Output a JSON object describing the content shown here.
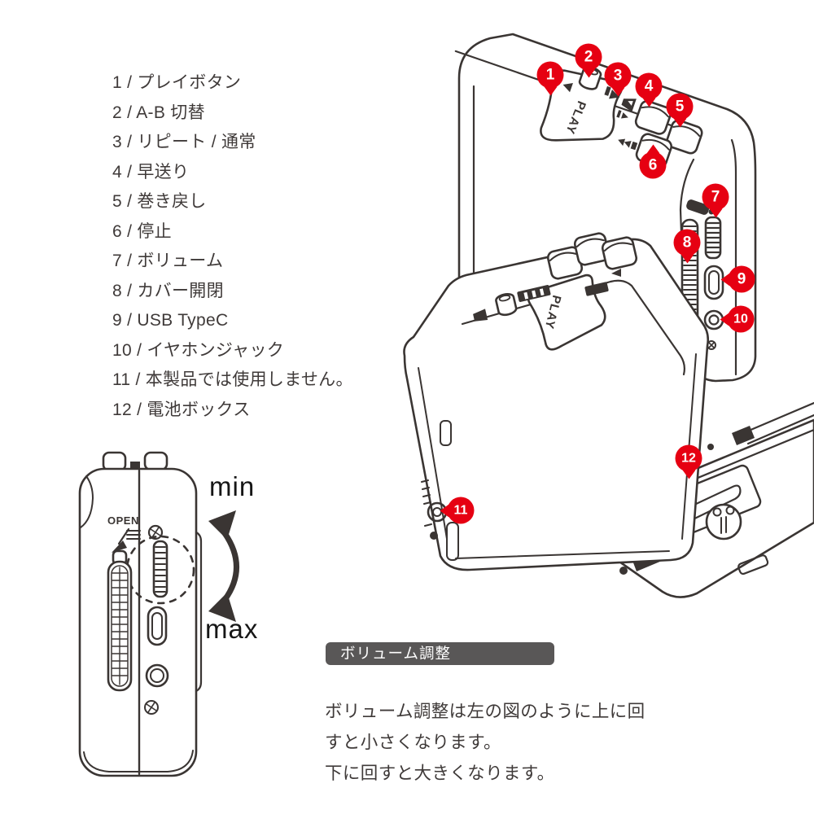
{
  "colors": {
    "red": "#e60012",
    "line": "#3a3533",
    "text": "#3f3a39",
    "header_bg": "#595757",
    "header_fg": "#ffffff"
  },
  "parts_list": {
    "items": [
      "1 / プレイボタン",
      "2 / A-B 切替",
      "3 / リピート / 通常",
      "4 / 早送り",
      "5 / 巻き戻し",
      "6 / 停止",
      "7 / ボリューム",
      "8 / カバー開閉",
      "9 / USB TypeC",
      "10 / イヤホンジャック",
      "11 / 本製品では使用しません。",
      "12 / 電池ボックス"
    ]
  },
  "callouts": {
    "labels": [
      "1",
      "2",
      "3",
      "4",
      "5",
      "6",
      "7",
      "8",
      "9",
      "10",
      "11",
      "12"
    ]
  },
  "device_labels": {
    "play_top": "PLAY",
    "play_front": "PLAY",
    "open": "OPEN"
  },
  "rotation_labels": {
    "min": "min",
    "max": "max"
  },
  "volume_section": {
    "heading": "ボリューム調整",
    "body_lines": [
      "ボリューム調整は左の図のように上に回",
      "すと小さくなります。",
      "下に回すと大きくなります。"
    ]
  }
}
